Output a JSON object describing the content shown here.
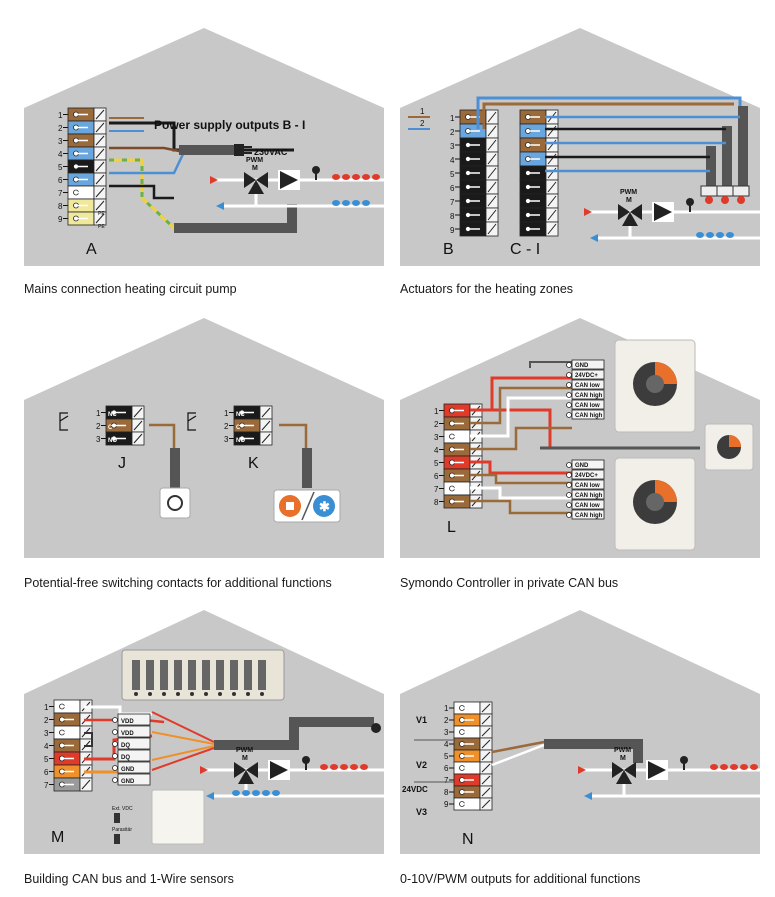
{
  "panels": [
    {
      "caption": "Mains connection heating circuit pump",
      "letter": "A",
      "title": "Power supply outputs B - I",
      "plug_label": "230VAC",
      "pwm_label": "PWM",
      "pump_motor": "M",
      "terminals": [
        "1",
        "2",
        "3",
        "4",
        "5",
        "6",
        "7",
        "8",
        "9"
      ],
      "pe_labels": [
        "PE",
        "PE"
      ]
    },
    {
      "caption": "Actuators for the heating zones",
      "letters": [
        "B",
        "C - I"
      ],
      "terminals": [
        "1",
        "2",
        "3",
        "4",
        "5",
        "6",
        "7",
        "8",
        "9"
      ],
      "left_terminals": [
        "1",
        "2"
      ],
      "pwm_label": "PWM",
      "pump_motor": "M"
    },
    {
      "caption": "Potential-free switching contacts for additional functions",
      "letters": [
        "J",
        "K"
      ],
      "terminals": [
        "1",
        "2",
        "3"
      ],
      "contact_labels": [
        "NC",
        "C",
        "NO"
      ]
    },
    {
      "caption": "Symondo Controller in private CAN bus",
      "letter": "L",
      "terminals": [
        "1",
        "2",
        "3",
        "4",
        "5",
        "6",
        "7",
        "8"
      ],
      "bus_labels_top": [
        "GND",
        "24VDC+",
        "CAN low",
        "CAN high",
        "CAN low",
        "CAN high"
      ],
      "bus_labels_bottom": [
        "GND",
        "24VDC+",
        "CAN low",
        "CAN high",
        "CAN low",
        "CAN high"
      ]
    },
    {
      "caption": "Building CAN bus and 1-Wire sensors",
      "letter": "M",
      "terminals": [
        "1",
        "2",
        "3",
        "4",
        "5",
        "6",
        "7"
      ],
      "bus_labels": [
        "VDD",
        "VDD",
        "DQ",
        "DQ",
        "GND",
        "GND"
      ],
      "sensor_labels": [
        "Ext. VDC",
        "Parasitär"
      ],
      "pwm_label": "PWM",
      "pump_motor": "M"
    },
    {
      "caption": "0-10V/PWM outputs for additional functions",
      "letter": "N",
      "terminals": [
        "1",
        "2",
        "3",
        "4",
        "5",
        "6",
        "7",
        "8",
        "9"
      ],
      "group_labels": [
        "V1",
        "V2",
        "24VDC",
        "V3"
      ],
      "pwm_label": "PWM",
      "pump_motor": "M"
    }
  ]
}
